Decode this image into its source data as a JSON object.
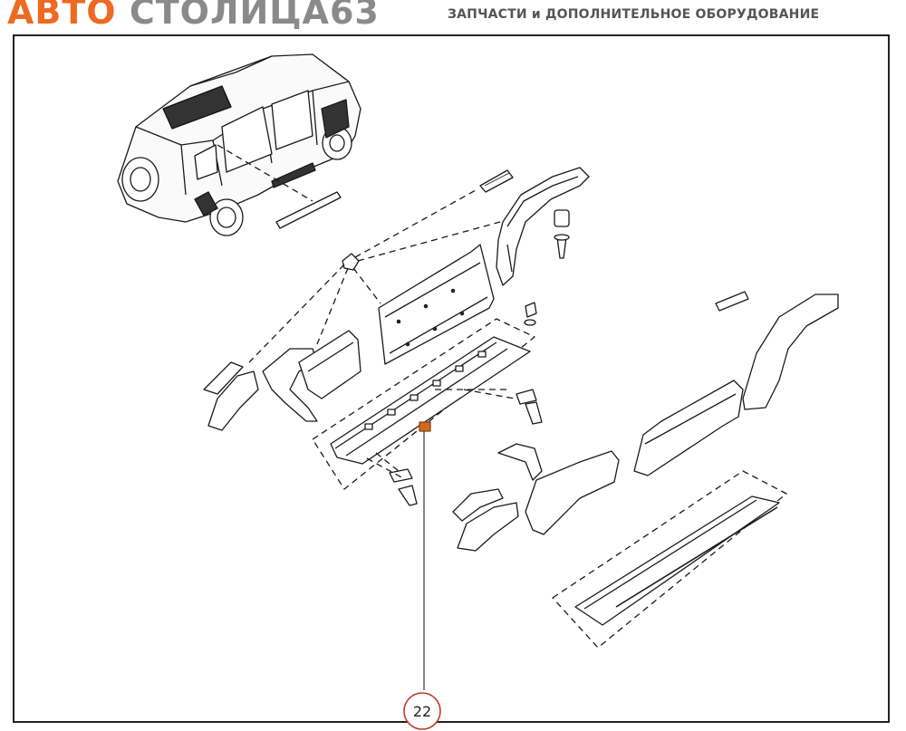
{
  "header": {
    "brand_part1": "АВТО ",
    "brand_part2": "СТОЛИЦА63",
    "tagline": "ЗАПЧАСТИ и ДОПОЛНИТЕЛЬНОЕ ОБОРУДОВАНИЕ",
    "brand_color_primary": "#ee6a22",
    "brand_color_secondary": "#8a8a8a"
  },
  "diagram": {
    "callouts": [
      {
        "label": "22",
        "color": "#c0392b"
      }
    ],
    "highlight_color": "#d2691e"
  }
}
